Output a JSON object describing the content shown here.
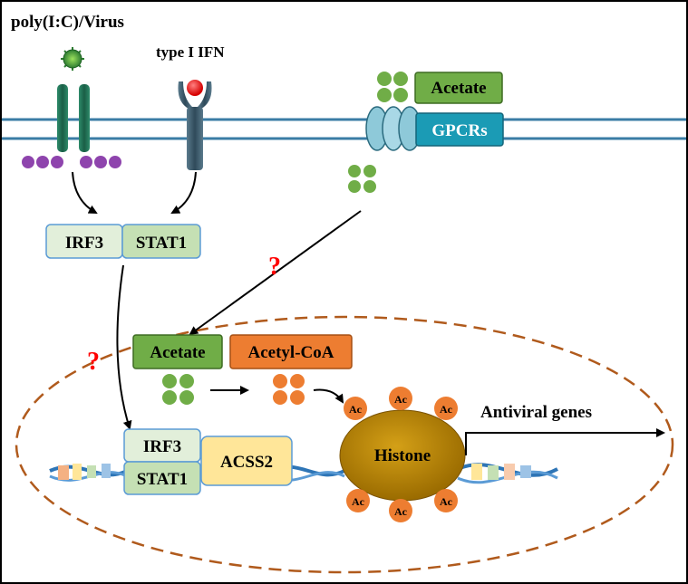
{
  "labels": {
    "stimulus": "poly(I:C)/Virus",
    "ifn": "type I IFN",
    "acetate_outside": "Acetate",
    "gpcrs": "GPCRs",
    "irf3": "IRF3",
    "stat1": "STAT1",
    "question_1": "?",
    "question_2": "?",
    "acetate_nucleus": "Acetate",
    "acetyl_coa": "Acetyl-CoA",
    "irf3_nucleus": "IRF3",
    "stat1_nucleus": "STAT1",
    "acss2": "ACSS2",
    "histone": "Histone",
    "antiviral": "Antiviral genes",
    "ac": "Ac"
  },
  "colors": {
    "membrane": "#3a7ca5",
    "receptor_green": "#1f7a5c",
    "receptor_gray": "#3d5a6c",
    "purple": "#8e44ad",
    "green_dot": "#70ad47",
    "orange": "#ed7d31",
    "histone": "#b8860b",
    "nucleus_border": "#b05a1c",
    "question": "#ff0000"
  }
}
